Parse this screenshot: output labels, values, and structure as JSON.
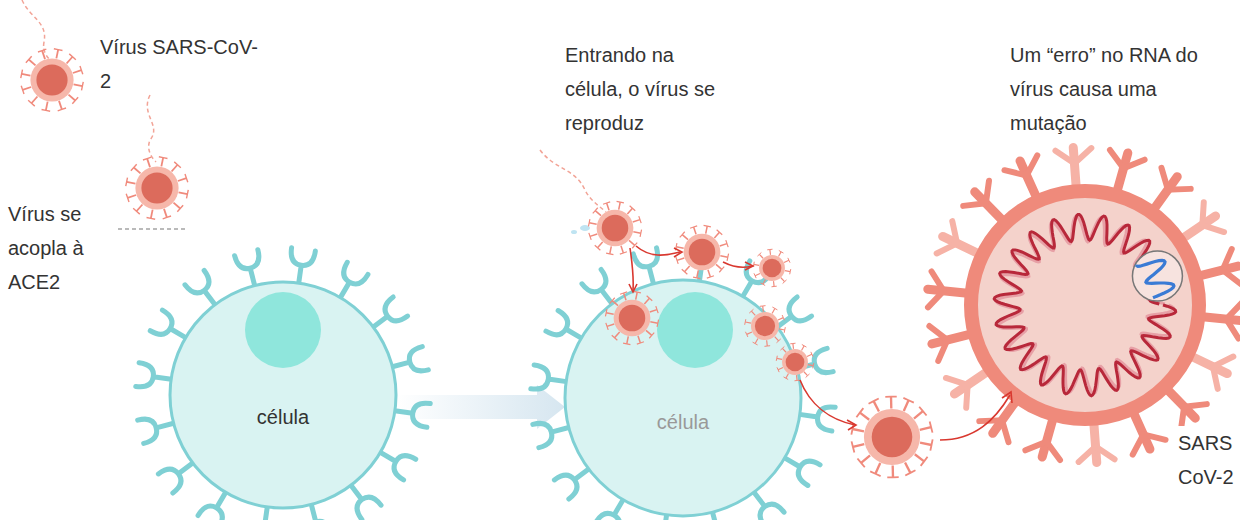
{
  "diagram": {
    "nodes": [
      {
        "text": [
          "célula"
        ]
      },
      {
        "text": [
          "célula"
        ]
      }
    ],
    "edges": [
      {
        "from": 0,
        "to": 1,
        "arrow": "to"
      }
    ],
    "labels": [
      "Vírus SARS-CoV-2",
      "Vírus se acopla à ACE2",
      "Entrando na célula, o vírus se reproduz",
      "Um “erro” no RNA do vírus causa uma mutação",
      "SARS CoV-2"
    ]
  }
}
